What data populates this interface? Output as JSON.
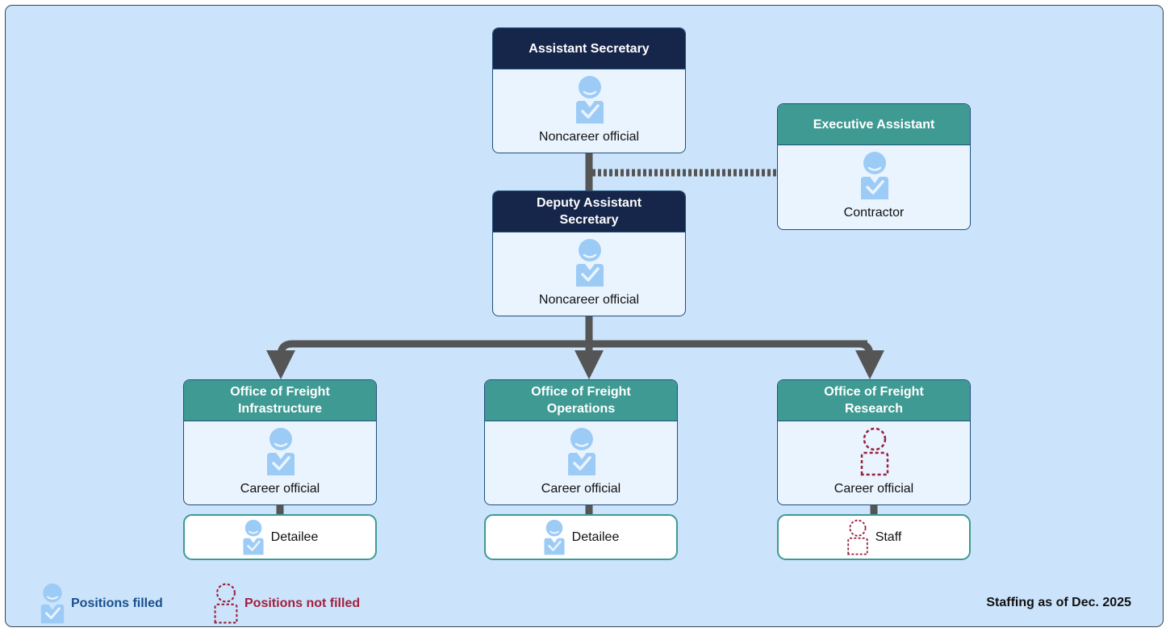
{
  "colors": {
    "background": "#cce4fb",
    "navy_header": "#16254a",
    "teal_header": "#3e9a93",
    "connector": "#555555",
    "filled_icon": "#9ccbf6",
    "unfilled_icon": "#97203c",
    "legend_filled_text": "#1a4f8c",
    "legend_unfilled_text": "#a1203d"
  },
  "positions": {
    "assistant_secretary": {
      "title": "Assistant Secretary",
      "role": "Noncareer official",
      "status": "filled",
      "icon": "person-filled-icon"
    },
    "executive_assistant": {
      "title": "Executive Assistant",
      "role": "Contractor",
      "status": "filled",
      "icon": "person-filled-icon"
    },
    "deputy_assistant_secretary": {
      "title": "Deputy Assistant\nSecretary",
      "role": "Noncareer official",
      "status": "filled",
      "icon": "person-filled-icon"
    },
    "office_infrastructure": {
      "title": "Office of Freight\nInfrastructure",
      "role": "Career official",
      "status": "filled",
      "icon": "person-filled-icon"
    },
    "office_operations": {
      "title": "Office of Freight\nOperations",
      "role": "Career official",
      "status": "filled",
      "icon": "person-filled-icon"
    },
    "office_research": {
      "title": "Office of Freight\nResearch",
      "role": "Career official",
      "status": "not filled",
      "icon": "person-unfilled-icon"
    }
  },
  "sub_positions": {
    "infrastructure": {
      "label": "Detailee",
      "status": "filled",
      "icon": "person-filled-icon"
    },
    "operations": {
      "label": "Detailee",
      "status": "filled",
      "icon": "person-filled-icon"
    },
    "research": {
      "label": "Staff",
      "status": "not filled",
      "icon": "person-unfilled-icon"
    }
  },
  "legend": {
    "filled": "Positions filled",
    "not_filled": "Positions not filled"
  },
  "as_of": "Staffing as of Dec. 2025"
}
